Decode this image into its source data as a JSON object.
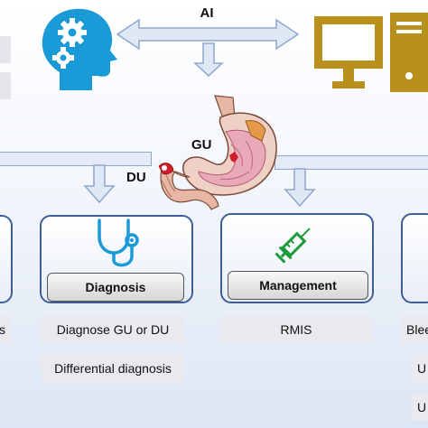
{
  "top": {
    "ai_label": "AI"
  },
  "stomach": {
    "gu_label": "GU",
    "du_label": "DU"
  },
  "panels": {
    "left": {
      "item1": "s"
    },
    "diagnosis": {
      "title": "Diagnosis",
      "items": [
        "Diagnose GU or DU",
        "Differential diagnosis"
      ]
    },
    "management": {
      "title": "Management",
      "items": [
        "RMIS"
      ]
    },
    "right": {
      "items": [
        "Blee",
        "U",
        "U"
      ]
    }
  },
  "colors": {
    "head_icon": "#1a9ad6",
    "computer_icon": "#b8901c",
    "stethoscope_icon": "#1a9ad6",
    "syringe_icon": "#1e9a3a",
    "panel_border": "#3f5e97",
    "arrow_fill": "#dfe8f5",
    "arrow_stroke": "#8fa6cc"
  }
}
